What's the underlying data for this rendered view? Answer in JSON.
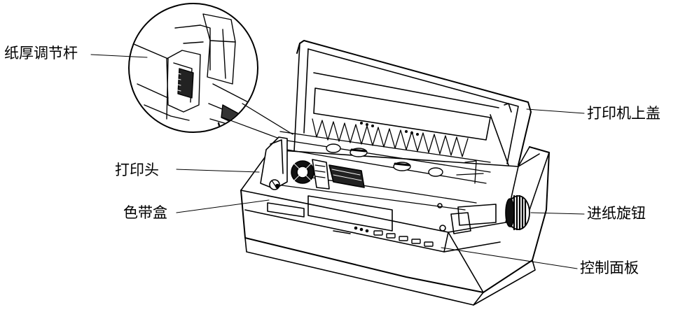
{
  "figure": {
    "labels": {
      "paper_thickness_lever": "纸厚调节杆",
      "printer_cover": "打印机上盖",
      "print_head": "打印头",
      "ribbon_cartridge": "色带盒",
      "paper_feed_knob": "进纸旋钮",
      "control_panel": "控制面板"
    }
  }
}
